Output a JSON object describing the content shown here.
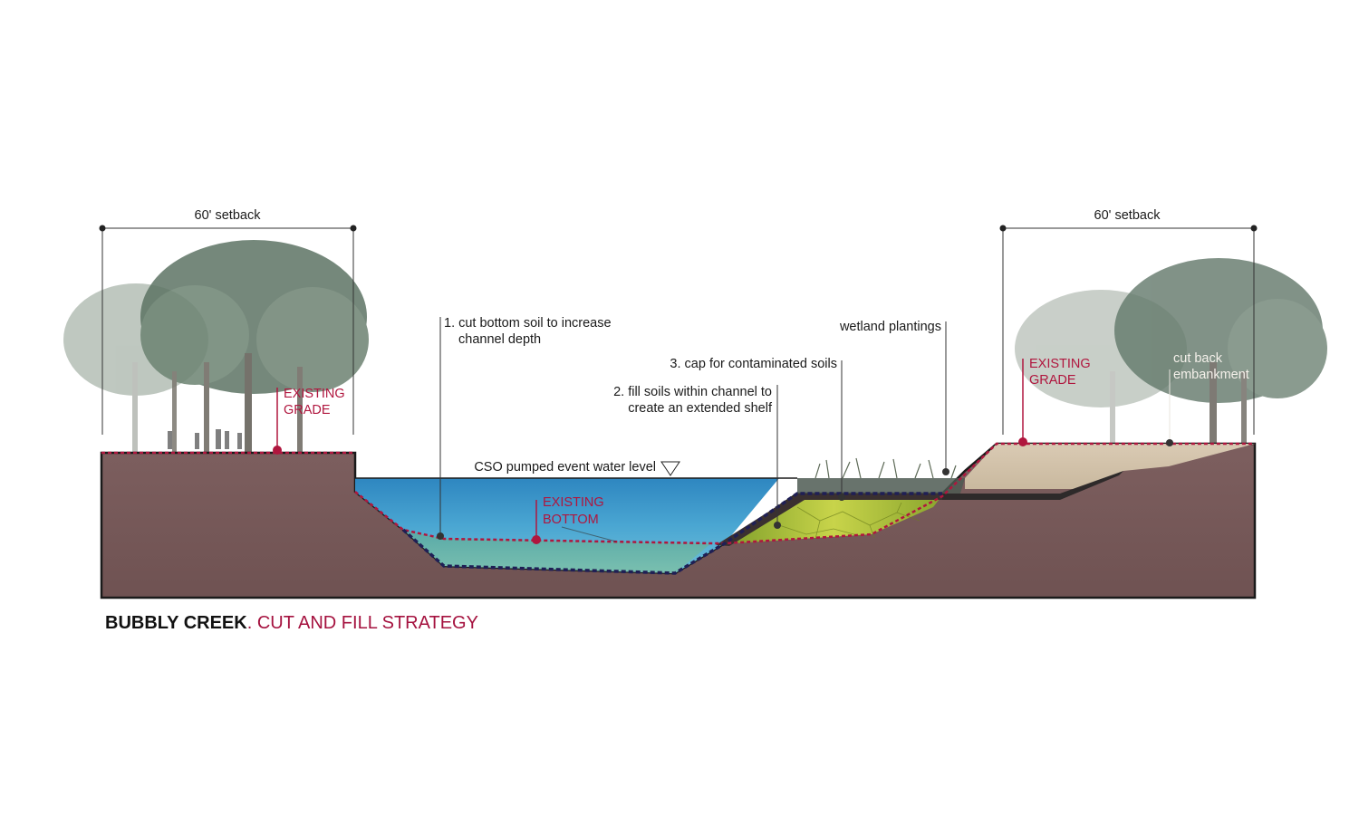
{
  "title": {
    "bold": "BUBBLY CREEK",
    "rest": ". CUT AND FILL STRATEGY"
  },
  "dimensions": {
    "left": "60' setback",
    "right": "60' setback"
  },
  "labels": {
    "cut_line1": "1. cut bottom soil to increase",
    "cut_line2": "channel depth",
    "fill_line1": "2. fill soils within channel to",
    "fill_line2": "create an extended shelf",
    "cap": "3. cap for contaminated soils",
    "wetland": "wetland plantings",
    "cso": "CSO pumped event water level",
    "cutback_line1": "cut back",
    "cutback_line2": "embankment"
  },
  "red_labels": {
    "left_grade_1": "EXISTING",
    "left_grade_2": "GRADE",
    "bottom_1": "EXISTING",
    "bottom_2": "BOTTOM",
    "right_grade_1": "EXISTING",
    "right_grade_2": "GRADE"
  },
  "colors": {
    "soil": "#7a5c5c",
    "water": "#3f9fc9",
    "fill_soil": "#a9c23c",
    "existing_line": "#b0163e",
    "proposed_line": "#1f1f55"
  }
}
